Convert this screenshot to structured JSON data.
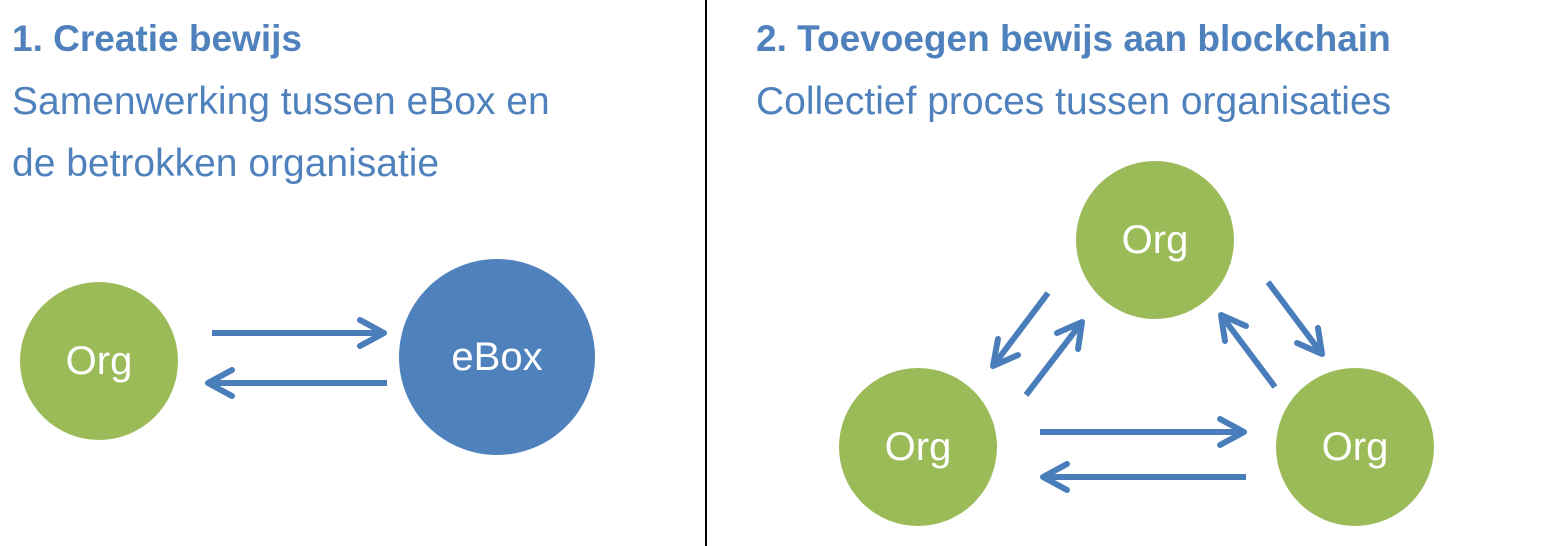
{
  "left": {
    "heading": "1. Creatie bewijs",
    "subtitle_line1": "Samenwerking tussen eBox en",
    "subtitle_line2": "de betrokken organisatie",
    "nodes": {
      "org": "Org",
      "ebox": "eBox"
    }
  },
  "right": {
    "heading": "2. Toevoegen bewijs aan blockchain",
    "subtitle": "Collectief proces tussen organisaties",
    "nodes": {
      "top": "Org",
      "bottom_left": "Org",
      "bottom_right": "Org"
    }
  },
  "colors": {
    "text_blue": "#4f81bd",
    "org_green": "#9bbb59",
    "ebox_blue": "#4f81bd",
    "arrow_blue": "#4a7ebb"
  }
}
